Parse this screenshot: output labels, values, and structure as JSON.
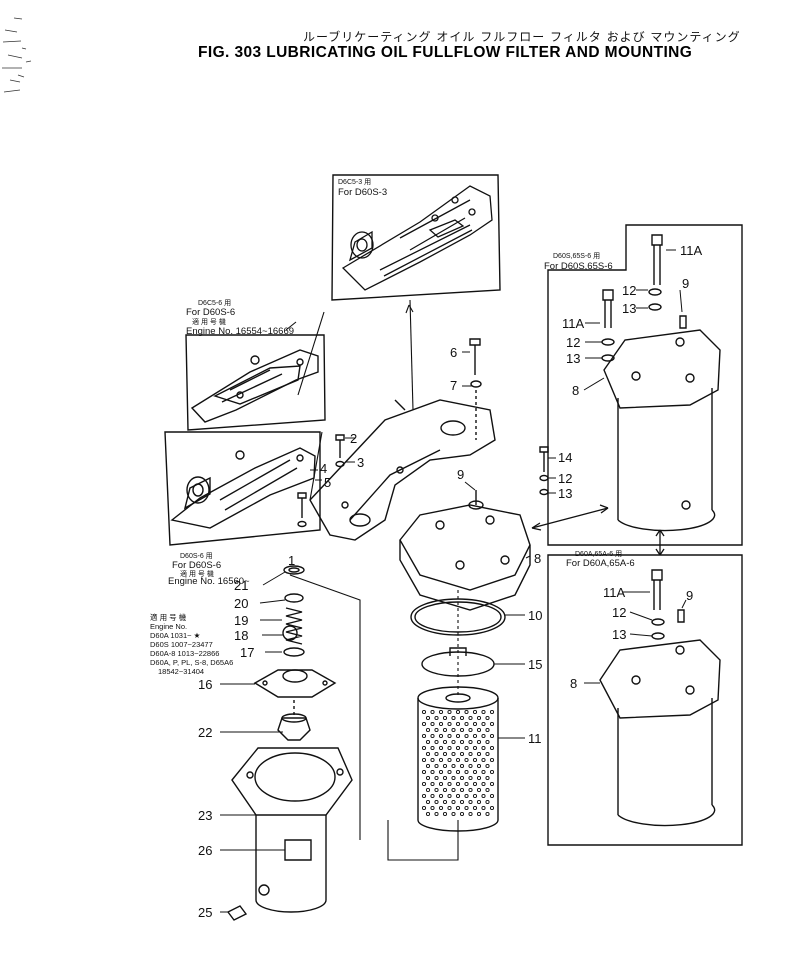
{
  "header": {
    "title_jp": "ルーブリケーティング オイル フルフロー フィルタ および マウンティング",
    "title": "FIG. 303  LUBRICATING OIL FULLFLOW FILTER AND MOUNTING"
  },
  "insets": {
    "top": {
      "code": "D6C5-3 用",
      "caption": "For D60S-3"
    },
    "left_upper": {
      "code": "D6C5-6 用",
      "caption": "For D60S-6",
      "jp": "適 用 号 機",
      "engine": "Engine No. 16554~16669"
    },
    "left_lower": {
      "code": "D60S-6 用",
      "caption": "For D60S-6",
      "jp": "適 用 号 機",
      "engine": "Engine No. 16560~"
    },
    "right_upper": {
      "code": "D60S,65S-6 用",
      "caption": "For D60S,65S-6"
    },
    "right_lower": {
      "code": "D60A,65A-6 用",
      "caption": "For D60A,65A-6"
    }
  },
  "applicability_note": {
    "lines": [
      "適 用 号 機",
      "Engine No.",
      "D60A 1031~  ★",
      "D60S 1007~23477",
      "D60A-8 1013~22866",
      "D60A, P, PL, S-8, D65A6",
      "18542~31404"
    ]
  },
  "part_labels": {
    "p1": "1",
    "p2": "2",
    "p3": "3",
    "p4": "4",
    "p5": "5",
    "p6": "6",
    "p7": "7",
    "p8": "8",
    "p9": "9",
    "p10": "10",
    "p11": "11",
    "p12": "12",
    "p13": "13",
    "p14": "14",
    "p15": "15",
    "p16": "16",
    "p17": "17",
    "p18": "18",
    "p19": "19",
    "p20": "20",
    "p21": "21",
    "p22": "22",
    "p23": "23",
    "p25": "25",
    "p26": "26",
    "p11a": "11A"
  }
}
